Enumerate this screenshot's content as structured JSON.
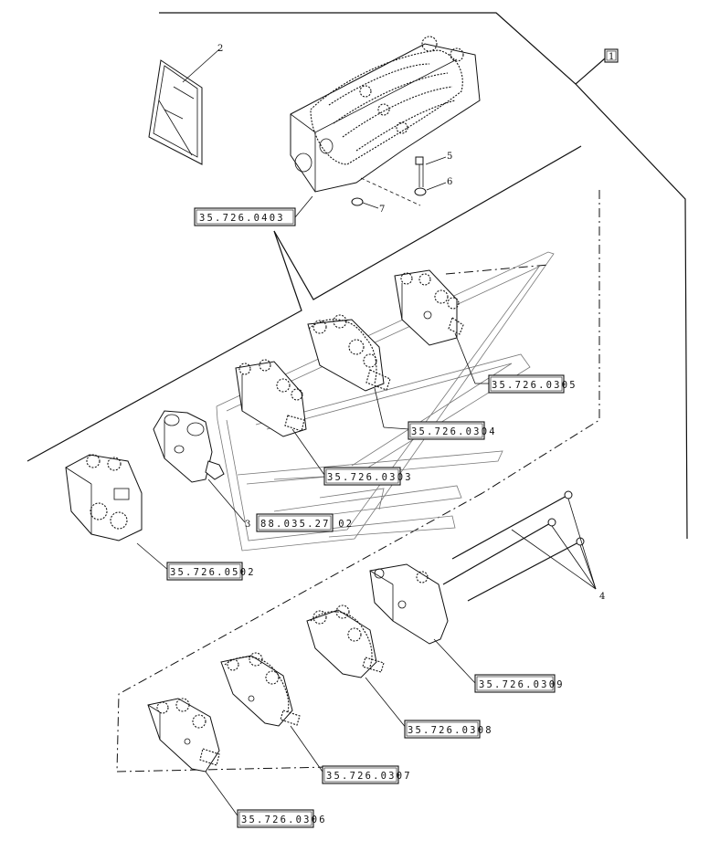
{
  "diagram": {
    "reference_box": "1",
    "part_codes": {
      "main_valve": "35.726.0403",
      "section_0305": "35.726.0305",
      "section_0304": "35.726.0304",
      "section_0303": "35.726.0303",
      "section_2702": "88.035.27 02",
      "section_0502": "35.726.0502",
      "section_0309": "35.726.0309",
      "section_0308": "35.726.0308",
      "section_0307": "35.726.0307",
      "section_0306": "35.726.0306"
    },
    "item_numbers": {
      "decal": "2",
      "valve_section": "3",
      "tie_rods": "4",
      "bolt": "5",
      "washer": "6",
      "nut": "7"
    }
  }
}
